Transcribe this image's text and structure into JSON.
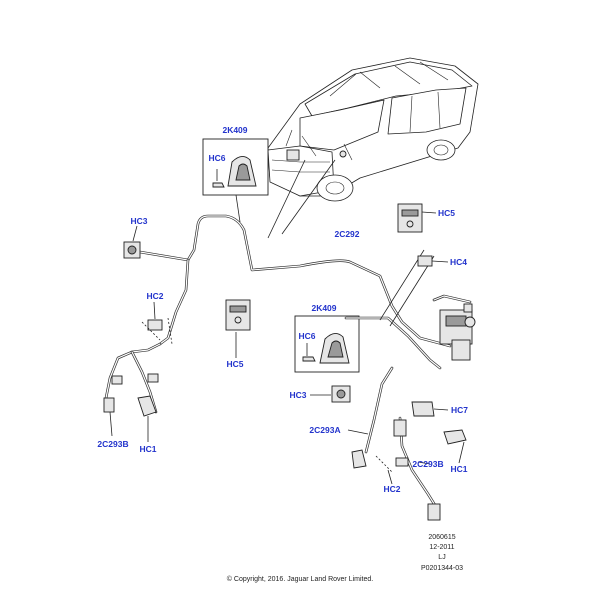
{
  "callouts": {
    "k2409_top": "2K409",
    "hc6_top": "HC6",
    "hc3_left": "HC3",
    "hc5_right_top": "HC5",
    "c2c292": "2C292",
    "hc4": "HC4",
    "hc2_left": "HC2",
    "hc5_left": "HC5",
    "c2c293b_left": "2C293B",
    "hc1_left": "HC1",
    "k2409_bottom": "2K409",
    "hc6_bottom": "HC6",
    "hc3_bottom": "HC3",
    "hc7": "HC7",
    "c2c293a": "2C293A",
    "c2c293b_right": "2C293B",
    "hc1_right": "HC1",
    "hc2_bottom": "HC2"
  },
  "footer": {
    "code": "2060615",
    "date": "12-2011",
    "initials": "LJ",
    "ref": "P0201344-03",
    "copyright": "© Copyright, 2016. Jaguar Land Rover Limited."
  },
  "colors": {
    "callout": "#2233cc",
    "line": "#222222"
  }
}
